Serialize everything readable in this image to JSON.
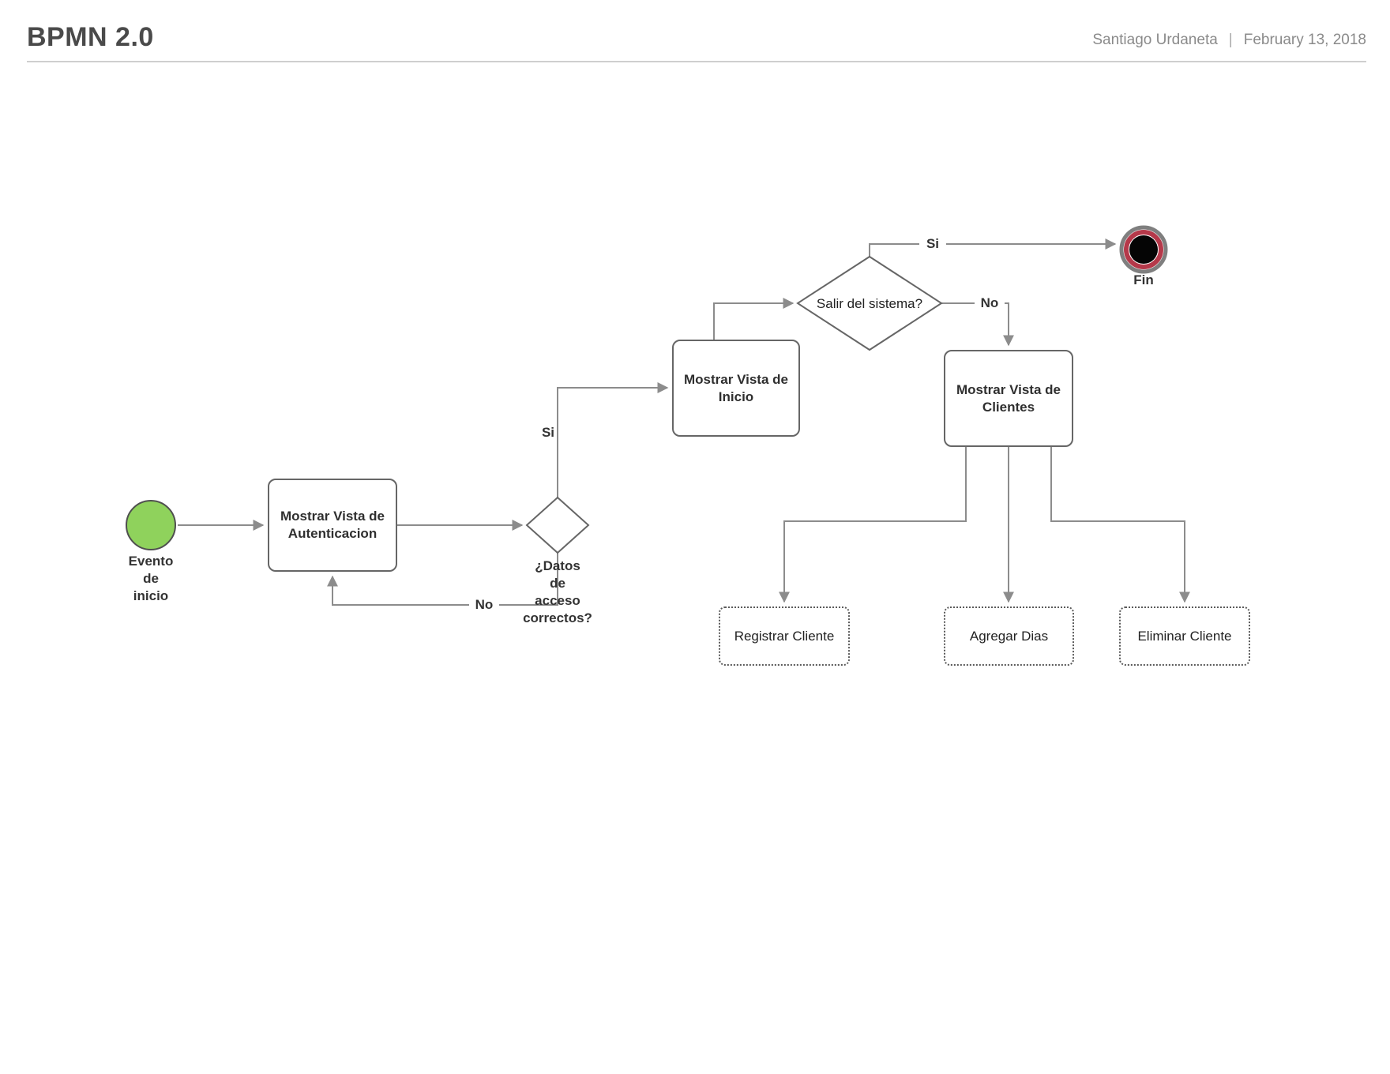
{
  "header": {
    "title": "BPMN 2.0",
    "author": "Santiago Urdaneta",
    "separator": "|",
    "date": "February 13, 2018"
  },
  "colors": {
    "start_event_fill": "#8fd25c",
    "end_event_ring": "#b5394a",
    "connector": "#8c8c8c",
    "box_border": "#666666"
  },
  "diagram": {
    "start_event": {
      "lines": [
        "Evento",
        "de",
        "inicio"
      ]
    },
    "tasks": {
      "auth": "Mostrar Vista de Autenticacion",
      "inicio": "Mostrar Vista de Inicio",
      "clientes": "Mostrar Vista de Clientes"
    },
    "gateways": {
      "datos_lines": [
        "¿Datos",
        "de",
        "acceso",
        "correctos?"
      ],
      "salir": "Salir del sistema?"
    },
    "subtasks": {
      "registrar": "Registrar Cliente",
      "agregar": "Agregar Dias",
      "eliminar": "Eliminar Cliente"
    },
    "end_event": {
      "label": "Fin"
    },
    "edge_labels": {
      "si_datos": "Si",
      "no_datos": "No",
      "si_salir": "Si",
      "no_salir": "No"
    }
  }
}
